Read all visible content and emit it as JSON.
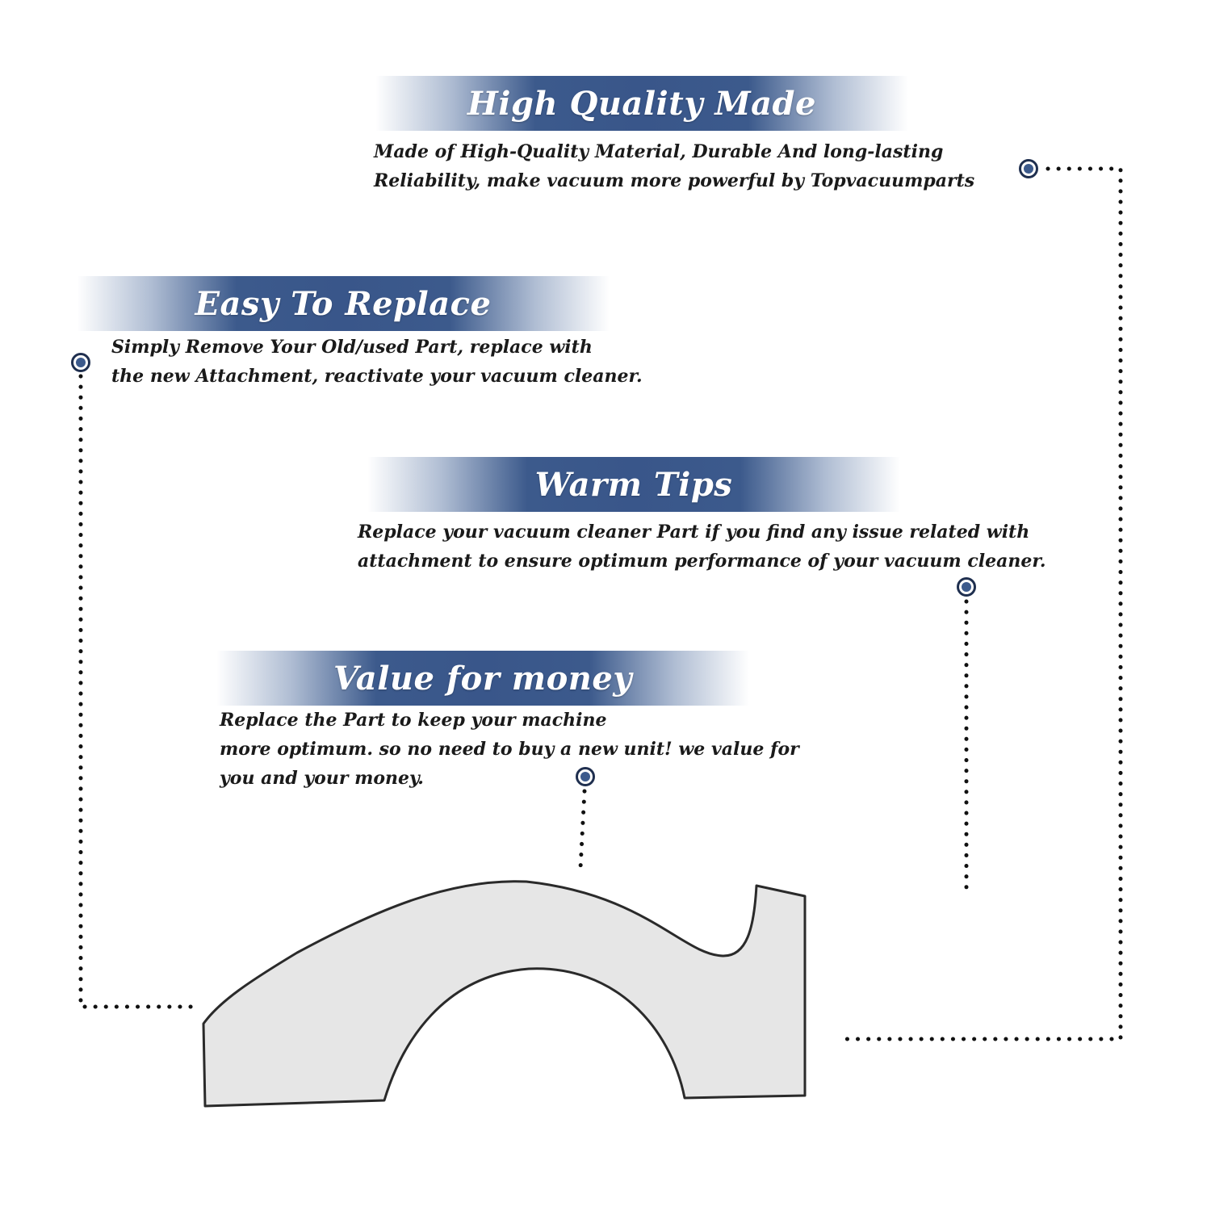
{
  "features": [
    {
      "title": "High Quality Made",
      "lines": [
        "Made of  High-Quality Material, Durable And long-lasting",
        "Reliability, make vacuum more powerful by Topvacuumparts"
      ]
    },
    {
      "title": "Easy To Replace",
      "lines": [
        "Simply Remove Your Old/used Part, replace with",
        "the new Attachment, reactivate your vacuum cleaner."
      ]
    },
    {
      "title": "Warm Tips",
      "lines": [
        "Replace your vacuum cleaner Part if you find any issue related with",
        " attachment to ensure optimum performance of your vacuum cleaner."
      ]
    },
    {
      "title": "Value for money",
      "lines": [
        "Replace the Part to keep your machine",
        "more optimum. so no need to buy a new unit! we value for",
        "you and your money."
      ]
    }
  ],
  "colors": {
    "banner": "#3c5a8c",
    "marker_ring": "#1f2f4f",
    "marker_dot": "#3c5a8c",
    "text": "#1a1a1a",
    "part_fill": "#e6e6e6",
    "part_outline": "#2a2a2a"
  },
  "icons": [
    "marker-icon"
  ]
}
